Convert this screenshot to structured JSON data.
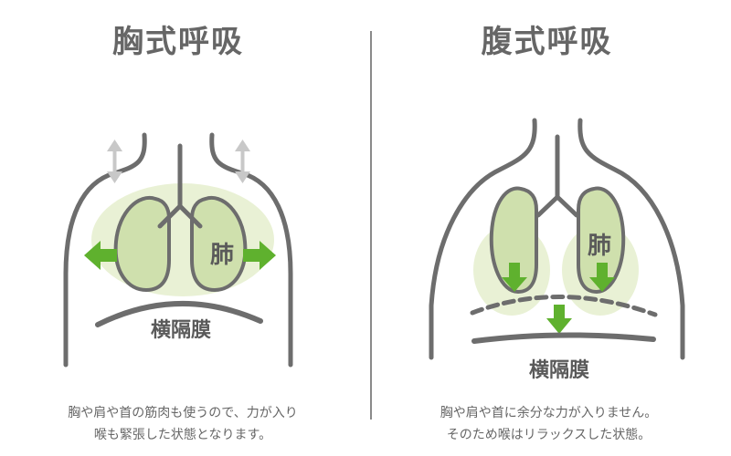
{
  "chest": {
    "title": "胸式呼吸",
    "lung_label": "肺",
    "diaphragm_label": "横隔膜",
    "caption_lines": [
      "胸や肩や首の筋肉も使うので、力が入り",
      "喉も緊張した状態となります。"
    ]
  },
  "abdominal": {
    "title": "腹式呼吸",
    "lung_label": "肺",
    "diaphragm_label": "横隔膜",
    "caption_lines": [
      "胸や肩や首に余分な力が入りません。",
      "そのため喉はリラックスした状態。"
    ]
  },
  "colors": {
    "outline": "#6d6d6d",
    "lung_fill": "#cfe0ad",
    "glow": "#e9f1d5",
    "arrow_green": "#5fb12e",
    "arrow_gray": "#c8c8c8"
  }
}
